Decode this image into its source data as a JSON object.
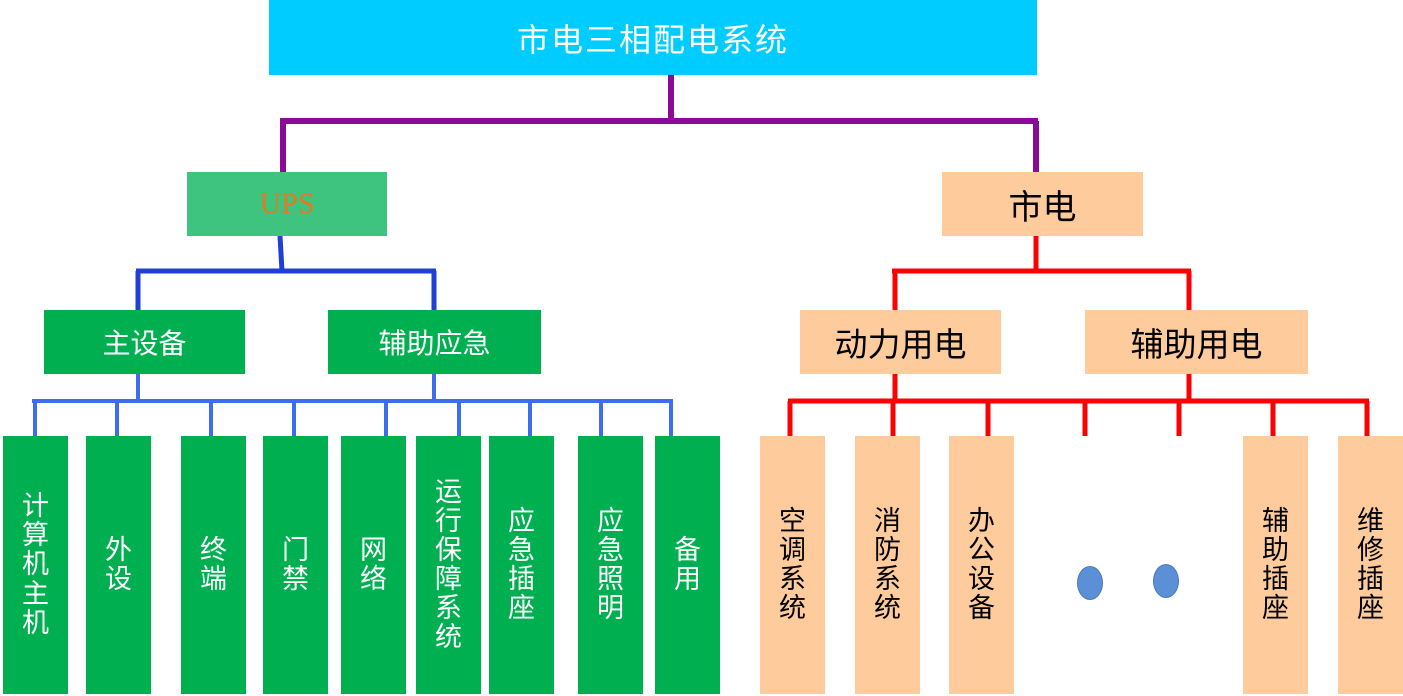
{
  "root": {
    "label": "市电三相配电系统"
  },
  "left_branch": {
    "label": "UPS",
    "children": [
      {
        "label": "主设备"
      },
      {
        "label": "辅助应急"
      }
    ],
    "leaves": [
      {
        "label": "计算机主机"
      },
      {
        "label": "外设"
      },
      {
        "label": "终端"
      },
      {
        "label": "门禁"
      },
      {
        "label": "网络"
      },
      {
        "label": "运行保障系统"
      },
      {
        "label": "应急插座"
      },
      {
        "label": "应急照明"
      },
      {
        "label": "备用"
      }
    ]
  },
  "right_branch": {
    "label": "市电",
    "children": [
      {
        "label": "动力用电"
      },
      {
        "label": "辅助用电"
      }
    ],
    "leaves": [
      {
        "label": "空调系统"
      },
      {
        "label": "消防系统"
      },
      {
        "label": "办公设备"
      },
      {
        "label": "辅助插座"
      },
      {
        "label": "维修插座"
      }
    ],
    "ellipsis_dots": 2
  },
  "colors": {
    "root_fill": "#00ccff",
    "ups_fill": "#3ec47f",
    "ups_text": "#e37a1c",
    "green_fill": "#00b050",
    "peach_fill": "#fdcb9c",
    "connector_root": "#8b0a9a",
    "connector_left": "#1f3fd6",
    "connector_right": "#ff0000",
    "dot_fill": "#5b8fd6"
  }
}
